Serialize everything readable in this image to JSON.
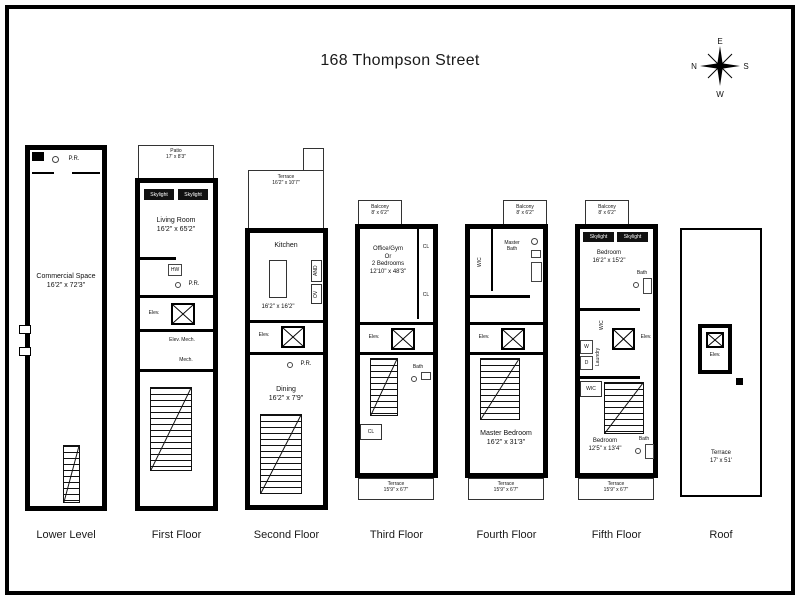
{
  "title": "168 Thompson Street",
  "compass": {
    "top": "E",
    "right": "S",
    "bottom": "W",
    "left": "N"
  },
  "colors": {
    "wall": "#000000",
    "background": "#ffffff"
  },
  "floors": {
    "lower": {
      "name": "Lower Level",
      "pr": "P.R.",
      "room": "Commercial Space",
      "room_dims": "16'2\" x 72'3\""
    },
    "first": {
      "name": "First Floor",
      "patio": "Patio",
      "patio_dims": "17' x 8'3\"",
      "skylight_left": "Skylight",
      "skylight_right": "Skylight",
      "room": "Living Room",
      "room_dims": "16'2\" x 65'2\"",
      "hw": "HW",
      "pr": "P.R.",
      "elev": "Elev.",
      "elev_mech": "Elev. Mech.",
      "mech": "Mech."
    },
    "second": {
      "name": "Second Floor",
      "terrace": "Terrace",
      "terrace_dims": "16'2\" x 10'7\"",
      "kitchen": "Kitchen",
      "kitchen_dims": "16'2\" x 16'2\"",
      "appliance_top": "AND",
      "appliance_bottom": "OV",
      "elev": "Elev.",
      "pr": "P.R.",
      "dining": "Dining",
      "dining_dims": "16'2\" x 7'9\""
    },
    "third": {
      "name": "Third Floor",
      "balcony": "Balcony",
      "balcony_dims": "8' x 6'2\"",
      "room_line1": "Office/Gym",
      "room_line2": "Or",
      "room_line3": "2 Bedrooms",
      "room_dims": "12'10\" x 48'3\"",
      "cl_upper": "CL",
      "cl_mid": "CL",
      "cl_lower": "CL",
      "elev": "Elev.",
      "bath": "Bath",
      "terrace": "Terrace",
      "terrace_dims": "15'9\" x 6'7\""
    },
    "fourth": {
      "name": "Fourth Floor",
      "balcony": "Balcony",
      "balcony_dims": "8' x 6'2\"",
      "master_bath_line1": "Master",
      "master_bath_line2": "Bath",
      "wic": "WIC",
      "elev": "Elev.",
      "room": "Master Bedroom",
      "room_dims": "16'2\" x 31'3\"",
      "terrace": "Terrace",
      "terrace_dims": "15'9\" x 6'7\""
    },
    "fifth": {
      "name": "Fifth Floor",
      "balcony": "Balcony",
      "balcony_dims": "8' x 6'2\"",
      "skylight_left": "Skylight",
      "skylight_right": "Skylight",
      "bedroom1": "Bedroom",
      "bedroom1_dims": "16'2\" x 15'2\"",
      "bath1": "Bath",
      "wic1": "WIC",
      "washer": "W",
      "dryer": "D",
      "laundry": "Laundry",
      "wic2": "WIC",
      "elev": "Elev.",
      "bedroom2": "Bedroom",
      "bedroom2_dims": "12'5\" x 13'4\"",
      "bath2": "Bath",
      "terrace": "Terrace",
      "terrace_dims": "15'9\" x 6'7\""
    },
    "roof": {
      "name": "Roof",
      "elev": "Elev.",
      "terrace": "Terrace",
      "terrace_dims": "17' x 51'"
    }
  }
}
